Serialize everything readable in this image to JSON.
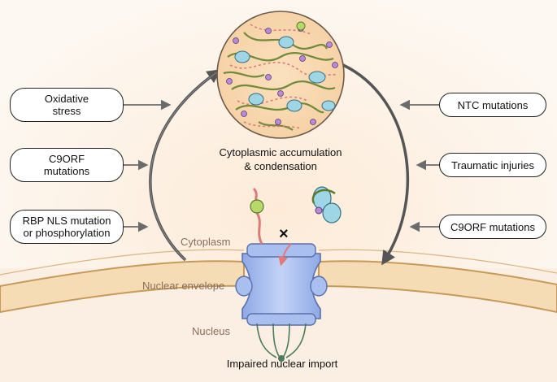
{
  "left_factors": [
    {
      "line1": "Oxidative",
      "line2": "stress"
    },
    {
      "line1": "C9ORF",
      "line2": "mutations"
    },
    {
      "line1": "RBP NLS mutation",
      "line2": "or phosphorylation"
    }
  ],
  "right_factors": [
    "NTC mutations",
    "Traumatic injuries",
    "C9ORF mutations"
  ],
  "condensate_label": {
    "line1": "Cytoplasmic accumulation",
    "line2": "&  condensation"
  },
  "compartments": {
    "cytoplasm": "Cytoplasm",
    "envelope": "Nuclear envelope",
    "nucleus": "Nucleus"
  },
  "bottom_label": "Impaired nuclear import",
  "blocked_mark": "×",
  "colors": {
    "membrane_fill": "#f6dcb5",
    "membrane_edge": "#c79a5a",
    "pore": "#a9bff0",
    "arrow": "#6b6b6b",
    "protein_green": "#b7d86a",
    "rna_pink": "#d97b7b"
  }
}
